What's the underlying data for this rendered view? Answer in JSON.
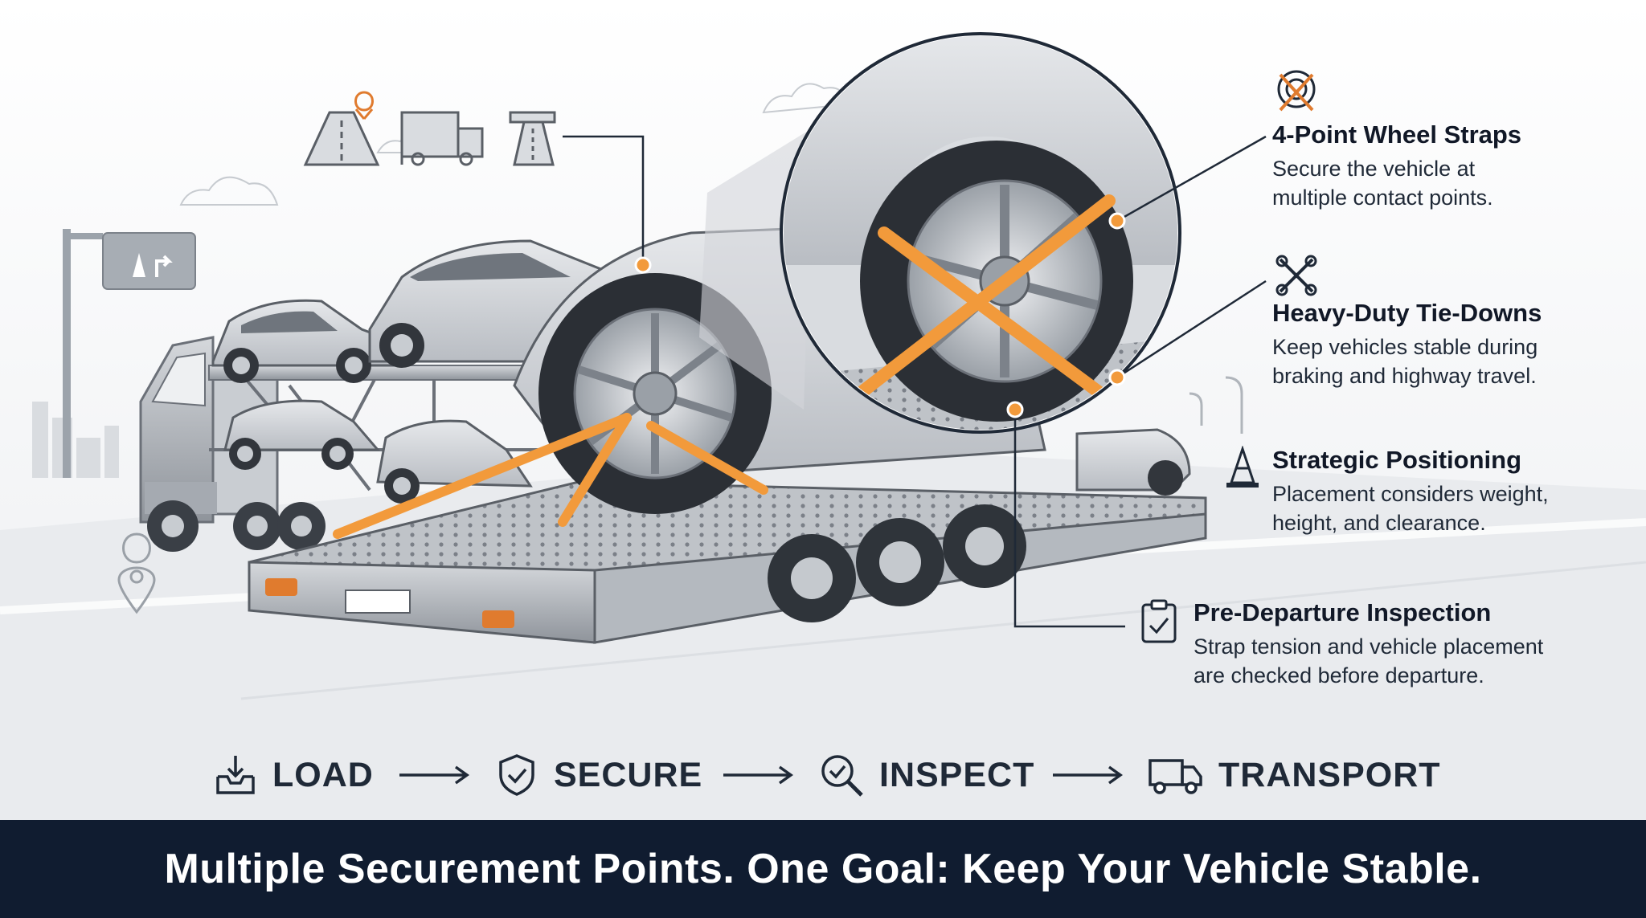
{
  "features": [
    {
      "icon": "wheel-strap-icon",
      "title": "4-Point Wheel Straps",
      "desc_line1": "Secure the vehicle at",
      "desc_line2": "multiple contact points."
    },
    {
      "icon": "tie-down-icon",
      "title": "Heavy-Duty Tie-Downs",
      "desc_line1": "Keep vehicles stable during",
      "desc_line2": "braking and highway travel."
    },
    {
      "icon": "traffic-cone-icon",
      "title": "Strategic Positioning",
      "desc_line1": "Placement considers weight,",
      "desc_line2": "height, and clearance."
    },
    {
      "icon": "clipboard-check-icon",
      "title": "Pre-Departure Inspection",
      "desc_line1": "Strap tension and vehicle placement",
      "desc_line2": "are checked before departure."
    }
  ],
  "process": [
    {
      "icon": "load-tray-icon",
      "label": "LOAD"
    },
    {
      "icon": "shield-check-icon",
      "label": "SECURE"
    },
    {
      "icon": "magnifier-check-icon",
      "label": "INSPECT"
    },
    {
      "icon": "truck-icon",
      "label": "TRANSPORT"
    }
  ],
  "top_icons": [
    "road-pin-icon",
    "car-hauler-icon",
    "highway-icon"
  ],
  "footer": {
    "tagline": "Multiple Securement Points. One Goal: Keep Your Vehicle Stable."
  },
  "colors": {
    "strap_orange": "#f29a3b",
    "footer_navy": "#101c30",
    "line_dark": "#1f2937"
  }
}
